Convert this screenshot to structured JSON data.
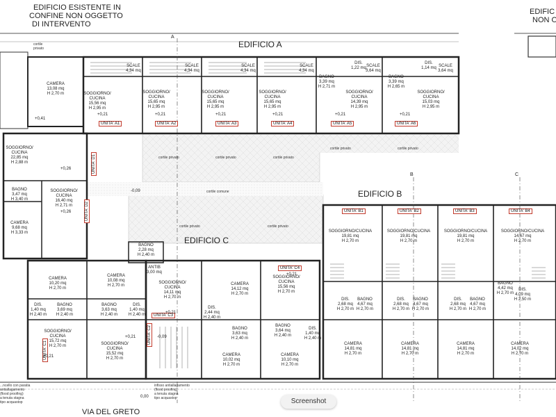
{
  "top_left_lines": [
    "EDIFICIO ESISTENTE IN",
    "CONFINE NON OGGETTO",
    "DI INTERVENTO"
  ],
  "top_right_lines": [
    "EDIFIC",
    "NON O"
  ],
  "buildings": {
    "a": "EDIFICIO A",
    "b": "EDIFICIO B",
    "c": "EDIFICIO C"
  },
  "section_marks": [
    "A",
    "B",
    "C"
  ],
  "street": "VIA DEL GRETO",
  "toast": "Screenshot",
  "courtyard_labels": {
    "privato": "cortile privato",
    "comune": "cortile comune",
    "privato_small": "cortile privato",
    "cortile_privato_top": [
      "cortile",
      "privato"
    ]
  },
  "rooms": [
    {
      "id": "camera-top-left",
      "lines": [
        "CAMERA",
        "13,08 mq",
        "H 2,70 m"
      ]
    },
    {
      "id": "a1",
      "lines": [
        "SOGGIORNO/",
        "CUCINA",
        "15,56 mq",
        "H 2,95 m"
      ]
    },
    {
      "id": "a2",
      "lines": [
        "SOGGIORNO/",
        "CUCINA",
        "15,65 mq",
        "H 2,95 m"
      ]
    },
    {
      "id": "a3",
      "lines": [
        "SOGGIORNO/",
        "CUCINA",
        "15,65 mq",
        "H 2,95 m"
      ]
    },
    {
      "id": "a4",
      "lines": [
        "SOGGIORNO/",
        "CUCINA",
        "15,65 mq",
        "H 2,95 m"
      ]
    },
    {
      "id": "a5",
      "lines": [
        "SOGGIORNO/",
        "CUCINA",
        "14,39 mq",
        "H 2,95 m"
      ]
    },
    {
      "id": "a6",
      "lines": [
        "SOGGIORNO/",
        "CUCINA",
        "15,03 mq",
        "H 2,95 m"
      ]
    },
    {
      "id": "bagno-a5",
      "lines": [
        "BAGNO",
        "3,39 mq",
        "H 2,71 m"
      ]
    },
    {
      "id": "bagno-a6",
      "lines": [
        "BAGNO",
        "3,39 mq",
        "H 2,65 m"
      ]
    },
    {
      "id": "dis-a5",
      "lines": [
        "DIS.",
        "1,22 mq"
      ]
    },
    {
      "id": "dis-a6",
      "lines": [
        "DIS.",
        "1,14 mq"
      ]
    },
    {
      "id": "scale1",
      "lines": [
        "SCALE",
        "4,34 mq"
      ]
    },
    {
      "id": "scale2",
      "lines": [
        "SCALE",
        "4,34 mq"
      ]
    },
    {
      "id": "scale3",
      "lines": [
        "SCALE",
        "4,34 mq"
      ]
    },
    {
      "id": "scale4",
      "lines": [
        "SCALE",
        "4,34 mq"
      ]
    },
    {
      "id": "scale5",
      "lines": [
        "SCALE",
        "3,64 mq"
      ]
    },
    {
      "id": "scale6",
      "lines": [
        "SCALE",
        "3,64 mq"
      ]
    },
    {
      "id": "d1",
      "lines": [
        "SOGGIORNO/",
        "CUCINA",
        "22,85 mq",
        "H 2,88 m"
      ]
    },
    {
      "id": "bagno-d2",
      "lines": [
        "BAGNO",
        "3,47 mq",
        "H 3,40 m"
      ]
    },
    {
      "id": "d2",
      "lines": [
        "SOGGIORNO/",
        "CUCINA",
        "16,40 mq",
        "H 2,71 m"
      ]
    },
    {
      "id": "camera-d2",
      "lines": [
        "CAMERA",
        "9,68 mq",
        "H 3,33 m"
      ]
    },
    {
      "id": "b1",
      "lines": [
        "SOGGIORNO/CUCINA",
        "19,81 mq",
        "H 2,70 m"
      ]
    },
    {
      "id": "b2",
      "lines": [
        "SOGGIORNO/CUCINA",
        "19,81 mq",
        "H 2,70 m"
      ]
    },
    {
      "id": "b3",
      "lines": [
        "SOGGIORNO/CUCINA",
        "19,81 mq",
        "H 2,70 m"
      ]
    },
    {
      "id": "b4",
      "lines": [
        "SOGGIORNO/CUCINA",
        "14,67 mq",
        "H 2,70 m"
      ]
    },
    {
      "id": "b1-cam",
      "lines": [
        "CAMERA",
        "14,81 mq",
        "H 2,70 m"
      ]
    },
    {
      "id": "b2-cam",
      "lines": [
        "CAMERA",
        "14,81 mq",
        "H 2,70 m"
      ]
    },
    {
      "id": "b3-cam",
      "lines": [
        "CAMERA",
        "14,81 mq",
        "H 2,70 m"
      ]
    },
    {
      "id": "b4-cam",
      "lines": [
        "CAMERA",
        "14,02 mq",
        "H 2,70 m"
      ]
    },
    {
      "id": "b1-bagno",
      "lines": [
        "BAGNO",
        "4,67 mq",
        "H 2,70 m"
      ]
    },
    {
      "id": "b2-bagno",
      "lines": [
        "BAGNO",
        "4,67 mq",
        "H 2,70 m"
      ]
    },
    {
      "id": "b3-bagno",
      "lines": [
        "BAGNO",
        "4,67 mq",
        "H 2,70 m"
      ]
    },
    {
      "id": "b4-bagno",
      "lines": [
        "BAGNO",
        "4,42 mq",
        "H 2,70 m"
      ]
    },
    {
      "id": "b1-dis",
      "lines": [
        "DIS.",
        "2,68 mq",
        "H 2,70 m"
      ]
    },
    {
      "id": "b2-dis",
      "lines": [
        "DIS.",
        "2,68 mq",
        "H 2,70 m"
      ]
    },
    {
      "id": "b3-dis",
      "lines": [
        "DIS.",
        "2,68 mq",
        "H 2,70 m"
      ]
    },
    {
      "id": "b4-dis",
      "lines": [
        "DIS.",
        "4,09 mq",
        "H 2,50 m"
      ]
    },
    {
      "id": "c-bagno-top",
      "lines": [
        "BAGNO",
        "2,28 mq",
        "H 2,40 m"
      ]
    },
    {
      "id": "c-antib",
      "lines": [
        "ANTIB",
        "3,00 mq"
      ]
    },
    {
      "id": "c3",
      "lines": [
        "SOGGIORNO/",
        "CUCINA",
        "14,11 mq",
        "H 2,70 m"
      ]
    },
    {
      "id": "c-dis-mid",
      "lines": [
        "DIS.",
        "2,44 mq",
        "H 2,40 m"
      ]
    },
    {
      "id": "c-cam1",
      "lines": [
        "CAMERA",
        "14,12 mq",
        "H 2,70 m"
      ]
    },
    {
      "id": "c4",
      "lines": [
        "SOGGIORNO/",
        "CUCINA",
        "15,56 mq",
        "H 2,70 m"
      ]
    },
    {
      "id": "c-bagno-mid",
      "lines": [
        "BAGNO",
        "3,63 mq",
        "H 2,40 m"
      ]
    },
    {
      "id": "c-bagno-mid2",
      "lines": [
        "BAGNO",
        "3,64 mq",
        "H 2,40 m"
      ]
    },
    {
      "id": "c-dis-r",
      "lines": [
        "DIS.",
        "1,40 mq",
        "H 2,40 m"
      ]
    },
    {
      "id": "c-cam2",
      "lines": [
        "CAMERA",
        "10,02 mq",
        "H 2,70 m"
      ]
    },
    {
      "id": "c-cam3",
      "lines": [
        "CAMERA",
        "10,10 mq",
        "H 2,70 m"
      ]
    },
    {
      "id": "c1-cam",
      "lines": [
        "CAMERA",
        "10,20 mq",
        "H 2,70 m"
      ]
    },
    {
      "id": "c2-cam",
      "lines": [
        "CAMERA",
        "10,08 mq",
        "H 2,70 m"
      ]
    },
    {
      "id": "c1-bagno",
      "lines": [
        "BAGNO",
        "3,69 mq",
        "H 2,40 m"
      ]
    },
    {
      "id": "c2-bagno",
      "lines": [
        "BAGNO",
        "3,63 mq",
        "H 2,40 m"
      ]
    },
    {
      "id": "c1-dis",
      "lines": [
        "DIS.",
        "1,40 mq",
        "H 2,40 m"
      ]
    },
    {
      "id": "c2-dis",
      "lines": [
        "DIS.",
        "1,40 mq",
        "H 2,40 m"
      ]
    },
    {
      "id": "c1",
      "lines": [
        "SOGGIORNO/",
        "CUCINA",
        "15,72 mq",
        "H 2,70 m"
      ]
    },
    {
      "id": "c2",
      "lines": [
        "SOGGIORNO/",
        "CUCINA",
        "15,52 mq",
        "H 2,70 m"
      ]
    }
  ],
  "units": [
    "UNITA' A1",
    "UNITA' A2",
    "UNITA' A3",
    "UNITA' A4",
    "UNITA' A5",
    "UNITA' A6",
    "UNITA' B1",
    "UNITA' B2",
    "UNITA' B3",
    "UNITA' B4",
    "UNITA' C1",
    "UNITA' C2",
    "UNITA' C3",
    "UNITA' C4",
    "UNITA' D1",
    "UNITA' D2"
  ],
  "levels": [
    "+0,41",
    "+0,21",
    "+0,21",
    "+0,21",
    "+0,21",
    "+0,21",
    "+0,21",
    "+0,26",
    "+0,26",
    "-0,09",
    "+0,21",
    "+0,21",
    "+0,21",
    "+0,21",
    "-0,09",
    "0,00"
  ],
  "notes": {
    "left": [
      "...ncello con paratia",
      "antiallagamento",
      "(flood proofing)",
      "a tenuta stagna",
      "tipo acquastop"
    ],
    "bottom": [
      "infisso antiallagamento",
      "(flood proofing)",
      "a tenuta stagna",
      "tipo acquastop"
    ]
  }
}
